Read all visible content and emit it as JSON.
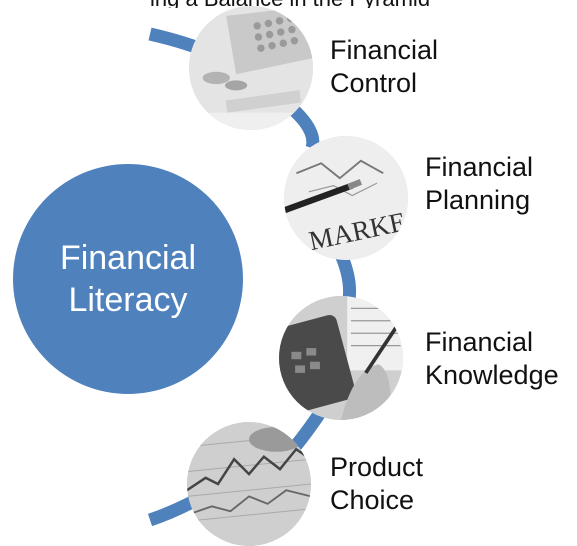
{
  "header_fragment": "ing a Balance in the Pyramid",
  "hub": {
    "line1": "Financial",
    "line2": "Literacy"
  },
  "nodes": [
    {
      "line1": "Financial",
      "line2": "Control",
      "icon": "calculator-coins-photo"
    },
    {
      "line1": "Financial",
      "line2": "Planning",
      "icon": "market-newspaper-photo"
    },
    {
      "line1": "Financial",
      "line2": "Knowledge",
      "icon": "calculator-hand-photo"
    },
    {
      "line1": "Product",
      "line2": "Choice",
      "icon": "stock-chart-photo"
    }
  ],
  "colors": {
    "hub": "#4f81bd",
    "connector": "#4f81bd",
    "text": "#111111"
  }
}
